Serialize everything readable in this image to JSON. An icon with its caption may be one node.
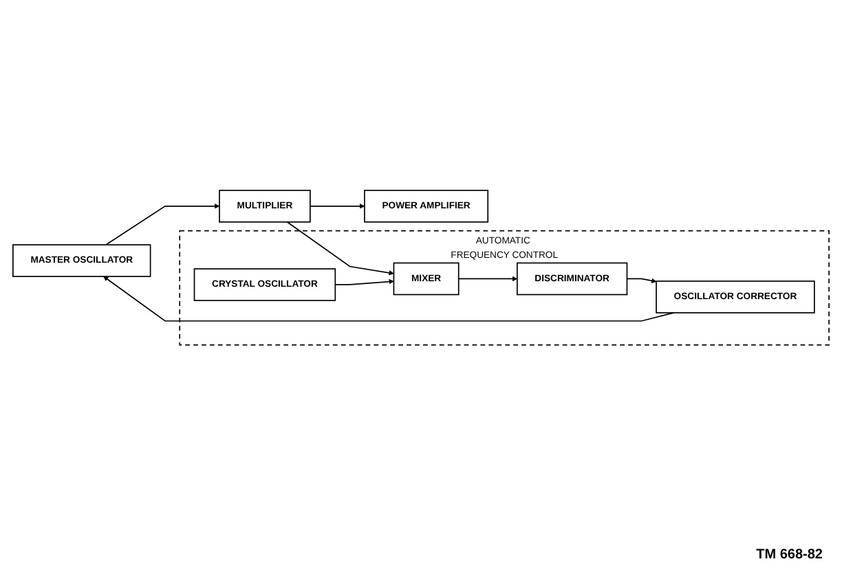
{
  "diagram": {
    "nodes": [
      {
        "text": [
          "MASTER OSCILLATOR"
        ]
      },
      {
        "text": [
          "MULTIPLIER"
        ]
      },
      {
        "text": [
          "POWER AMPLIFIER"
        ]
      },
      {
        "text": [
          "AUTOMATIC FREQUENCY CONTROL"
        ]
      },
      {
        "text": [
          "OSCILLATOR CORRECTOR"
        ],
        "in": 3
      },
      {
        "text": [
          "DISCRIMINATOR"
        ],
        "in": 3
      },
      {
        "text": [
          "MIXER"
        ],
        "in": 3
      },
      {
        "text": [
          "CRYSTAL OSCILLATOR"
        ],
        "in": 3
      }
    ],
    "edges": [
      {
        "from": 0,
        "to": 1,
        "arrow": "to"
      },
      {
        "from": 1,
        "to": 2,
        "arrow": "to"
      },
      {
        "from": 1,
        "to": 6,
        "arrow": "to"
      },
      {
        "from": 7,
        "to": 6,
        "arrow": "to"
      },
      {
        "from": 6,
        "to": 5,
        "arrow": "to"
      },
      {
        "from": 5,
        "to": 4,
        "arrow": "to"
      },
      {
        "from": 4,
        "to": 0,
        "arrow": "to"
      }
    ],
    "labels": [
      "TM 668-82"
    ]
  }
}
